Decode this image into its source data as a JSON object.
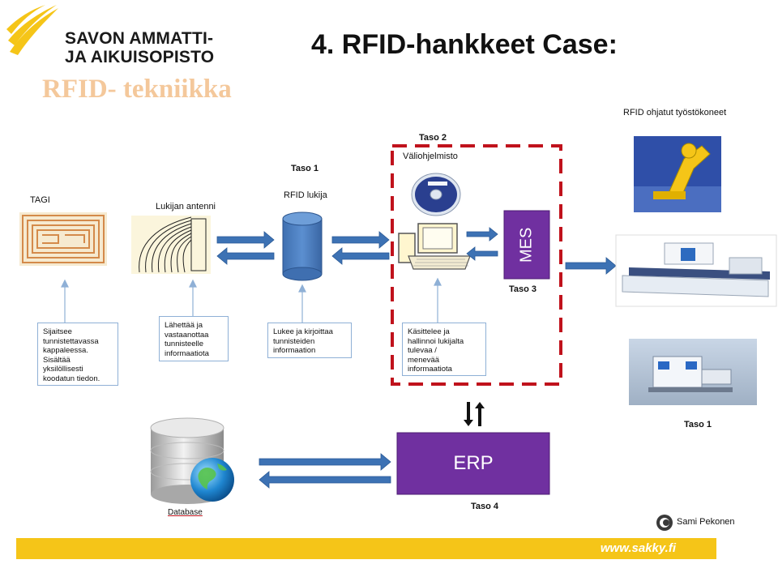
{
  "logo": {
    "line1": "SAVON AMMATTI-",
    "line2": "JA AIKUISOPISTO"
  },
  "title": "4. RFID-hankkeet Case:",
  "subtitle": "RFID- tekniikka",
  "labels": {
    "tagi": "TAGI",
    "lukijan_antenni": "Lukijan antenni",
    "taso1_reader": "Taso 1",
    "rfid_lukija": "RFID lukija",
    "taso2": "Taso 2",
    "valiohjelmisto": "Väliohjelmisto",
    "mes": "MES",
    "taso3": "Taso 3",
    "machines_title": "RFID ohjatut työstökoneet",
    "taso1_machines": "Taso 1",
    "erp": "ERP",
    "taso4": "Taso 4",
    "database": "Database",
    "author": "Sami Pekonen"
  },
  "notes": {
    "tag": [
      "Sijaitsee",
      "tunnistettavassa",
      "kappaleessa.",
      "Sisältää",
      "yksilöllisesti",
      "koodatun tiedon."
    ],
    "antenna": [
      "Lähettää ja",
      "vastaanottaa",
      "tunnisteelle",
      "informaatiota"
    ],
    "reader": [
      "Lukee ja kirjoittaa",
      "tunnisteiden",
      "informaation"
    ],
    "middleware": [
      "Käsittelee ja",
      "hallinnoi lukijalta",
      "tulevaa /",
      "menevää",
      "informaatiota"
    ]
  },
  "footer": {
    "url": "www.sakky.fi"
  },
  "colors": {
    "logo_yellow": "#f5c518",
    "subtitle": "#f4c89b",
    "arrow_blue": "#3d72b4",
    "purple": "#7030a0",
    "dashed_red": "#c0121c"
  }
}
